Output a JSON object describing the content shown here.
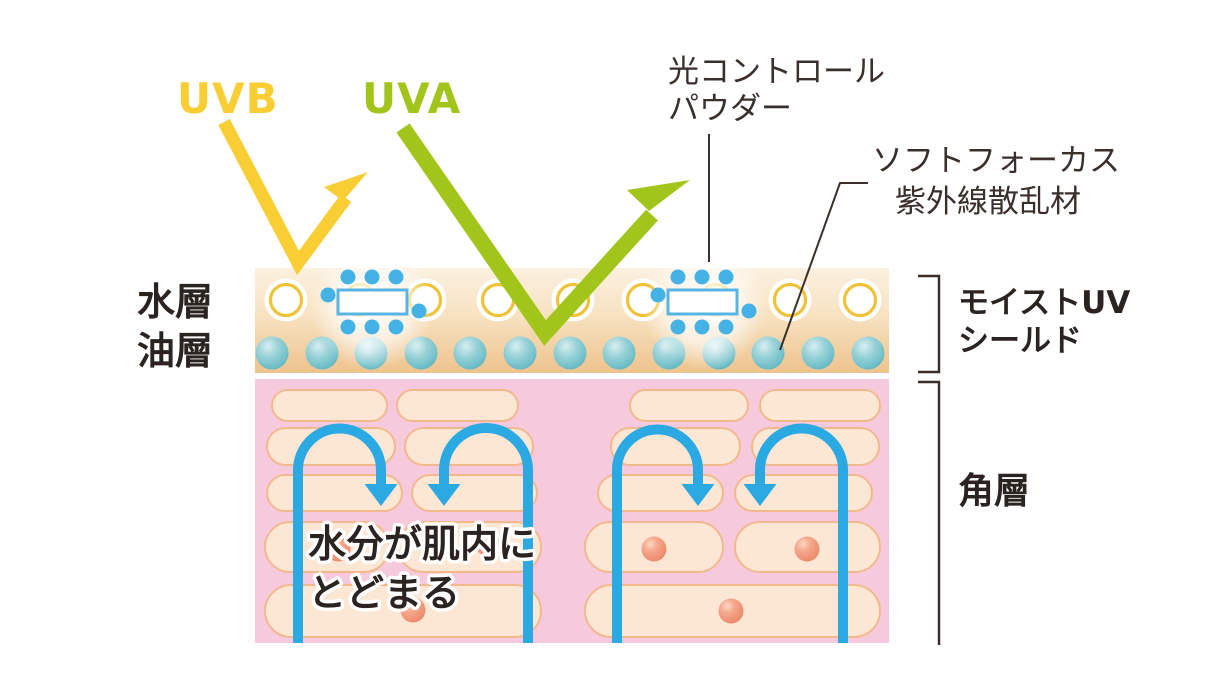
{
  "labels": {
    "uvb": "UVB",
    "uva": "UVA",
    "light_control_powder_line1": "光コントロール",
    "light_control_powder_line2": "パウダー",
    "soft_focus_line1": "ソフトフォーカス",
    "soft_focus_line2": "紫外線散乱材",
    "water_layer": "水層",
    "oil_layer": "油層",
    "moist_uv_shield_line1": "モイストUV",
    "moist_uv_shield_line2": "シールド",
    "stratum_corneum": "角層",
    "moisture_line1": "水分が肌内に",
    "moisture_line2": "とどまる"
  },
  "colors": {
    "uvb_yellow": "#F9CE35",
    "uva_green": "#A2C51B",
    "arrow_blue": "#2BA9E2",
    "dot_blue": "#45B2E5",
    "powder_rect_stroke": "#58B4E2",
    "text_dark": "#3A2F2A",
    "pink_layer": "#F7C9DC",
    "cell_fill": "#FCE7D4",
    "cell_stroke": "#F3B98E",
    "ring_yellow": "#F0C237",
    "sphere_teal": "#7CC5CD",
    "salmon_dot": "#EE8F73",
    "layer_gradient_top": "#FBF1E0",
    "layer_gradient_bottom": "#EEC38D"
  }
}
